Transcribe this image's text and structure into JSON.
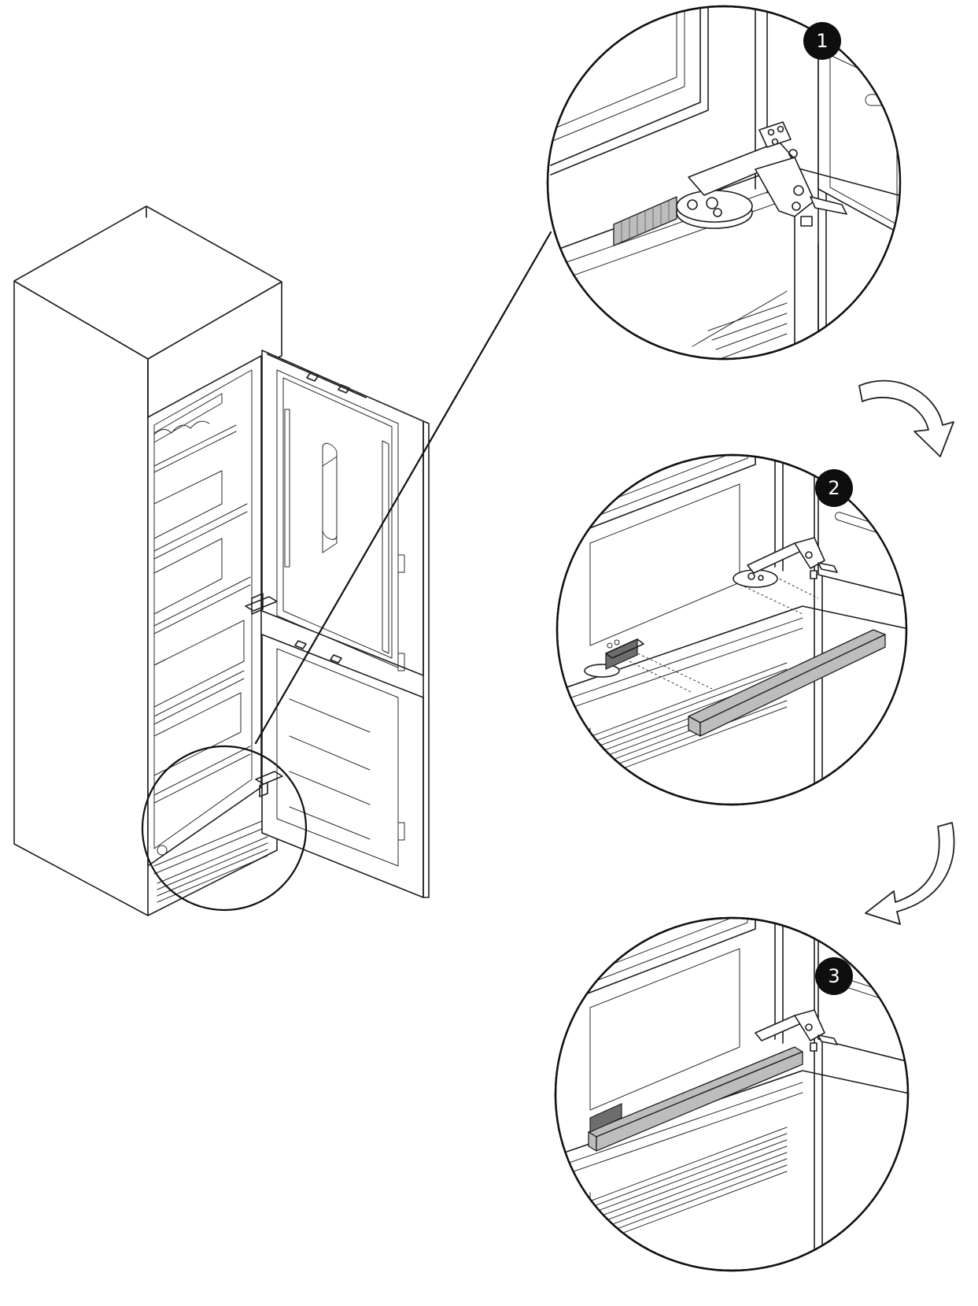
{
  "steps": [
    {
      "number": "1"
    },
    {
      "number": "2"
    },
    {
      "number": "3"
    }
  ],
  "colors": {
    "line": "#1e1e1e",
    "badge": "#0e0e0e",
    "trim": "#bdbdbd"
  }
}
